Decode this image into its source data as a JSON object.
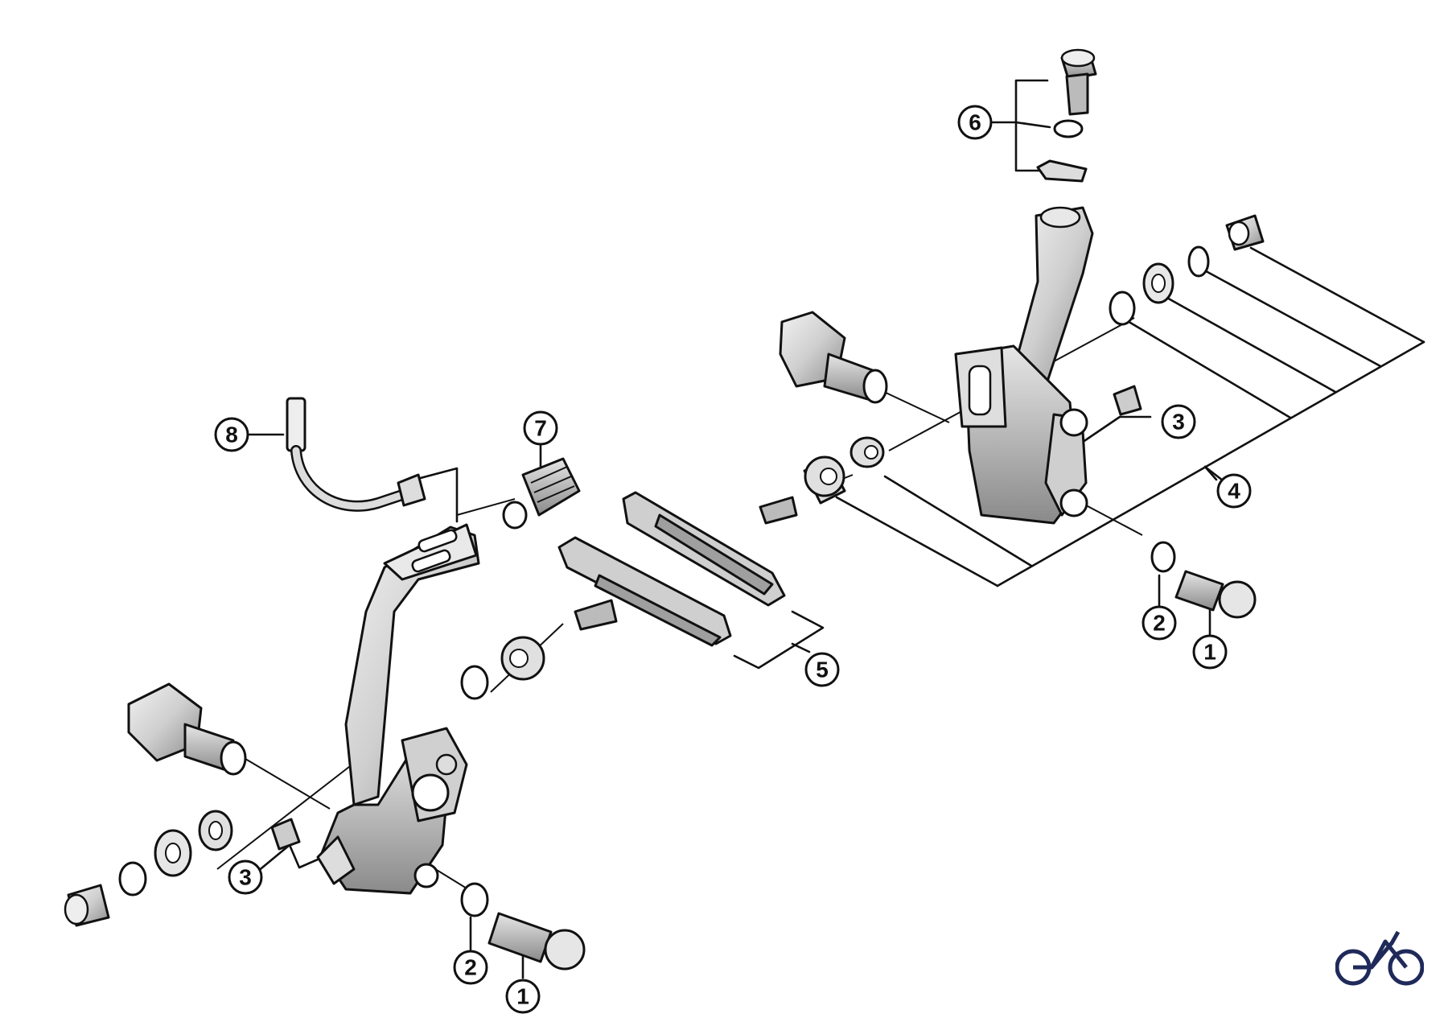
{
  "diagram": {
    "callouts": [
      {
        "id": "c1-right",
        "label": "1"
      },
      {
        "id": "c2-right",
        "label": "2"
      },
      {
        "id": "c3-right",
        "label": "3"
      },
      {
        "id": "c4",
        "label": "4"
      },
      {
        "id": "c5",
        "label": "5"
      },
      {
        "id": "c6",
        "label": "6"
      },
      {
        "id": "c7",
        "label": "7"
      },
      {
        "id": "c8",
        "label": "8"
      },
      {
        "id": "c3-left",
        "label": "3"
      },
      {
        "id": "c2-left",
        "label": "2"
      },
      {
        "id": "c1-left",
        "label": "1"
      }
    ]
  },
  "colors": {
    "line": "#111111",
    "part_fill": "#d9d9d9",
    "part_shadow": "#9a9a9a",
    "logo": "#1f2a5a"
  },
  "icons": {
    "brand_logo": "bicycle-icon"
  }
}
